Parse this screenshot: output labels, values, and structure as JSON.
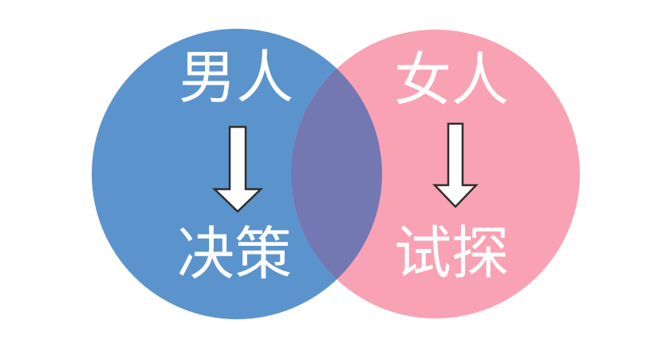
{
  "diagram": {
    "type": "venn",
    "left": {
      "title": "男人",
      "result": "决策",
      "icon": "down-arrow"
    },
    "right": {
      "title": "女人",
      "result": "试探",
      "icon": "down-arrow"
    }
  },
  "colors": {
    "background": "#FFFFFF",
    "left_circle": "#5B94CC",
    "right_circle": "#F9A2B3",
    "overlap": "#7377B2",
    "arrow_fill": "#FFFFFF",
    "arrow_outline": "#2E2E2E",
    "label_text": "#FFFFFF"
  }
}
